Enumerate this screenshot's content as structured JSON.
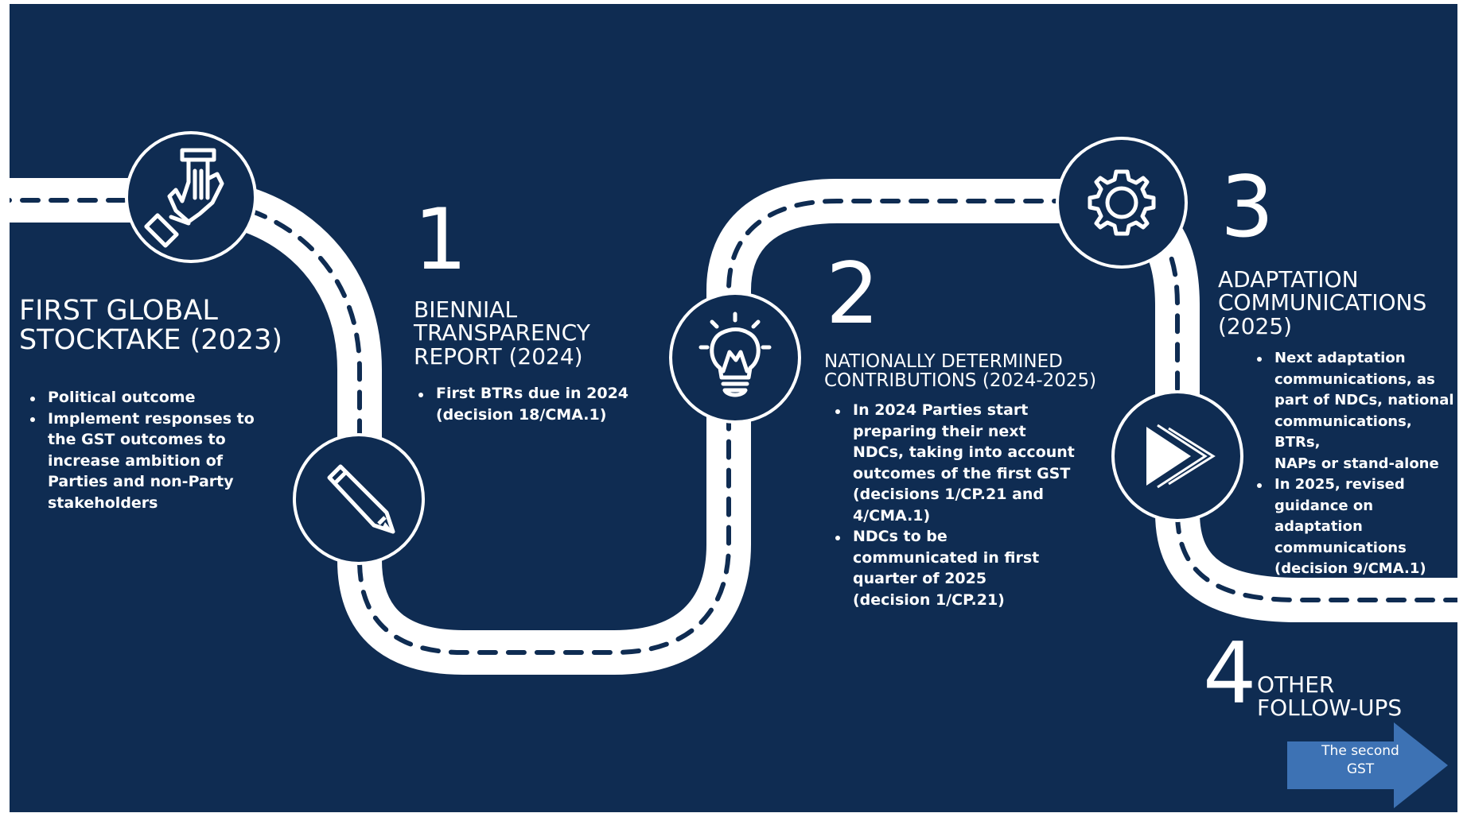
{
  "colors": {
    "background": "#0f2c52",
    "road": "#ffffff",
    "dash": "#0f2c52",
    "arrow": "#3d72b4"
  },
  "stages": [
    {
      "title_lines": [
        "FIRST GLOBAL",
        "STOCKTAKE (2023)"
      ],
      "icon": "hand-pointing-icon",
      "bullets": [
        [
          "Political outcome"
        ],
        [
          "Implement responses to",
          "the GST outcomes to",
          "increase ambition of",
          "Parties and non-Party",
          "stakeholders"
        ]
      ]
    },
    {
      "number": "1",
      "title_lines": [
        "BIENNIAL",
        "TRANSPARENCY",
        "REPORT (2024)"
      ],
      "icon": "pencil-icon",
      "bullets": [
        [
          "First BTRs due in 2024",
          "(decision 18/CMA.1)"
        ]
      ]
    },
    {
      "number": "2",
      "title_lines": [
        "NATIONALLY DETERMINED",
        "CONTRIBUTIONS (2024-2025)"
      ],
      "icon": "lightbulb-icon",
      "bullets": [
        [
          "In 2024 Parties start",
          "preparing their next",
          "NDCs, taking into account",
          "outcomes of the first GST",
          "(decisions 1/CP.21 and",
          "4/CMA.1)"
        ],
        [
          "NDCs to be",
          "communicated in first",
          "quarter of 2025",
          "(decision 1/CP.21)"
        ]
      ]
    },
    {
      "number": "3",
      "title_lines": [
        "ADAPTATION",
        "COMMUNICATIONS",
        "(2025)"
      ],
      "icon": "gear-icon",
      "bullets": [
        [
          "Next adaptation",
          "communications, as",
          "part of NDCs, national",
          "communications, BTRs,",
          "NAPs or stand-alone"
        ],
        [
          "In 2025, revised",
          "guidance on adaptation",
          "communications",
          "(decision 9/CMA.1)"
        ]
      ]
    },
    {
      "number": "4",
      "title_lines": [
        "OTHER",
        "FOLLOW-UPS"
      ],
      "icon": "fast-forward-icon"
    }
  ],
  "next_arrow": {
    "label_lines": [
      "The second",
      "GST"
    ]
  }
}
